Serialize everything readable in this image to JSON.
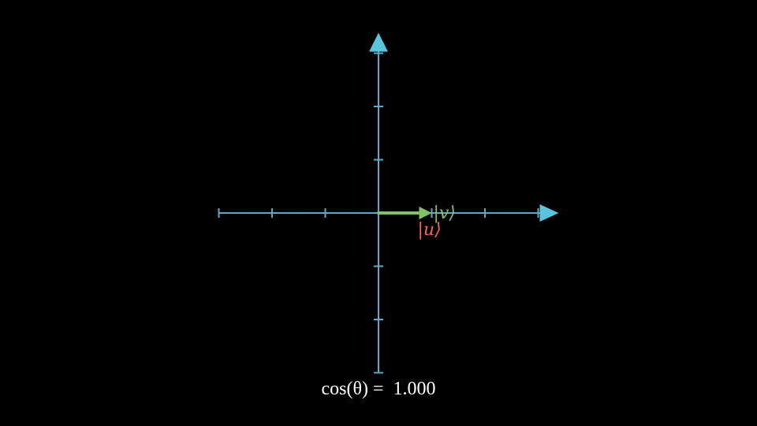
{
  "colors": {
    "background": "#000000",
    "axis": "#5fa8c8",
    "axis_arrow": "#58c4dd",
    "vector_u": "#fc6255",
    "vector_v": "#83c167",
    "text": "#ffffff"
  },
  "axes": {
    "x_range": [
      -3,
      3
    ],
    "y_range": [
      -3,
      3
    ],
    "tick_step": 1
  },
  "vectors": {
    "u": {
      "label": "|u⟩",
      "x": 1,
      "y": 0
    },
    "v": {
      "label": "|v⟩",
      "x": 1,
      "y": 0
    }
  },
  "readout": {
    "expression": "cos(θ) =",
    "value": "1.000"
  }
}
